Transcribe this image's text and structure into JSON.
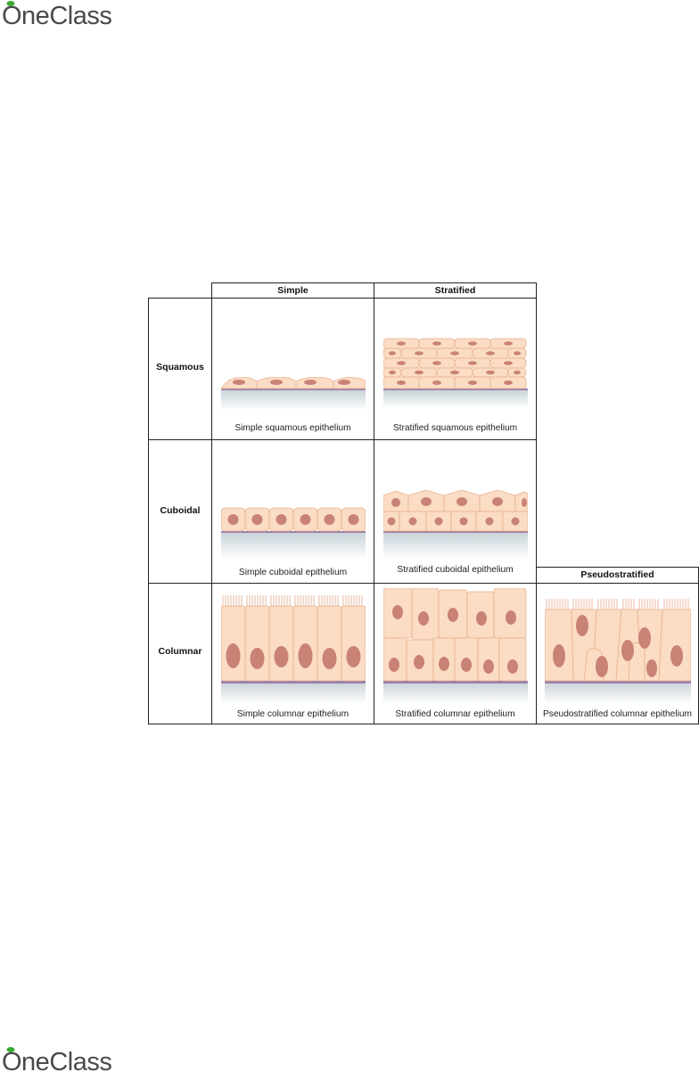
{
  "brand": {
    "logo_text": "OneClass",
    "logo_text_bottom": "OneClass",
    "accent": "#3aa935"
  },
  "table": {
    "col_headers": {
      "simple": "Simple",
      "stratified": "Stratified",
      "pseudostratified": "Pseudostratified"
    },
    "row_labels": {
      "squamous": "Squamous",
      "cuboidal": "Cuboidal",
      "columnar": "Columnar"
    },
    "captions": {
      "simple_squamous": "Simple squamous epithelium",
      "stratified_squamous": "Stratified squamous epithelium",
      "simple_cuboidal": "Simple cuboidal epithelium",
      "stratified_cuboidal": "Stratified cuboidal epithelium",
      "simple_columnar": "Simple columnar epithelium",
      "stratified_columnar": "Stratified columnar epithelium",
      "pseudostratified_columnar": "Pseudostratified columnar epithelium"
    }
  },
  "colors": {
    "cell_fill": "#fbdcc4",
    "cell_edge": "#e7b18e",
    "nucleus": "#c98276",
    "basement": "#9d7fa8",
    "tissue_base": "#dfe6ea"
  }
}
